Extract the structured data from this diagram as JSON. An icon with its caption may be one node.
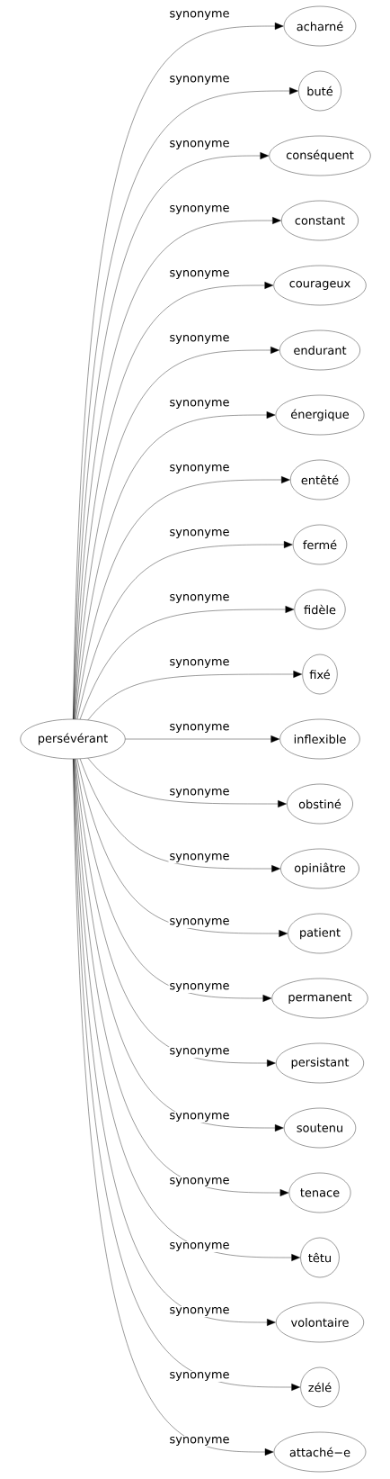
{
  "diagram": {
    "nodes": [
      {
        "text": [
          "persévérant"
        ]
      },
      {
        "text": [
          "acharné"
        ]
      },
      {
        "text": [
          "buté"
        ]
      },
      {
        "text": [
          "conséquent"
        ]
      },
      {
        "text": [
          "constant"
        ]
      },
      {
        "text": [
          "courageux"
        ]
      },
      {
        "text": [
          "endurant"
        ]
      },
      {
        "text": [
          "énergique"
        ]
      },
      {
        "text": [
          "entêté"
        ]
      },
      {
        "text": [
          "fermé"
        ]
      },
      {
        "text": [
          "fidèle"
        ]
      },
      {
        "text": [
          "fixé"
        ]
      },
      {
        "text": [
          "inflexible"
        ]
      },
      {
        "text": [
          "obstiné"
        ]
      },
      {
        "text": [
          "opiniâtre"
        ]
      },
      {
        "text": [
          "patient"
        ]
      },
      {
        "text": [
          "permanent"
        ]
      },
      {
        "text": [
          "persistant"
        ]
      },
      {
        "text": [
          "soutenu"
        ]
      },
      {
        "text": [
          "tenace"
        ]
      },
      {
        "text": [
          "têtu"
        ]
      },
      {
        "text": [
          "volontaire"
        ]
      },
      {
        "text": [
          "zélé"
        ]
      },
      {
        "text": [
          "attaché−e"
        ]
      }
    ],
    "edges": [
      {
        "from": 0,
        "to": 1,
        "arrow": "to",
        "label": "synonyme"
      },
      {
        "from": 0,
        "to": 2,
        "arrow": "to",
        "label": "synonyme"
      },
      {
        "from": 0,
        "to": 3,
        "arrow": "to",
        "label": "synonyme"
      },
      {
        "from": 0,
        "to": 4,
        "arrow": "to",
        "label": "synonyme"
      },
      {
        "from": 0,
        "to": 5,
        "arrow": "to",
        "label": "synonyme"
      },
      {
        "from": 0,
        "to": 6,
        "arrow": "to",
        "label": "synonyme"
      },
      {
        "from": 0,
        "to": 7,
        "arrow": "to",
        "label": "synonyme"
      },
      {
        "from": 0,
        "to": 8,
        "arrow": "to",
        "label": "synonyme"
      },
      {
        "from": 0,
        "to": 9,
        "arrow": "to",
        "label": "synonyme"
      },
      {
        "from": 0,
        "to": 10,
        "arrow": "to",
        "label": "synonyme"
      },
      {
        "from": 0,
        "to": 11,
        "arrow": "to",
        "label": "synonyme"
      },
      {
        "from": 0,
        "to": 12,
        "arrow": "to",
        "label": "synonyme"
      },
      {
        "from": 0,
        "to": 13,
        "arrow": "to",
        "label": "synonyme"
      },
      {
        "from": 0,
        "to": 14,
        "arrow": "to",
        "label": "synonyme"
      },
      {
        "from": 0,
        "to": 15,
        "arrow": "to",
        "label": "synonyme"
      },
      {
        "from": 0,
        "to": 16,
        "arrow": "to",
        "label": "synonyme"
      },
      {
        "from": 0,
        "to": 17,
        "arrow": "to",
        "label": "synonyme"
      },
      {
        "from": 0,
        "to": 18,
        "arrow": "to",
        "label": "synonyme"
      },
      {
        "from": 0,
        "to": 19,
        "arrow": "to",
        "label": "synonyme"
      },
      {
        "from": 0,
        "to": 20,
        "arrow": "to",
        "label": "synonyme"
      },
      {
        "from": 0,
        "to": 21,
        "arrow": "to",
        "label": "synonyme"
      },
      {
        "from": 0,
        "to": 22,
        "arrow": "to",
        "label": "synonyme"
      },
      {
        "from": 0,
        "to": 23,
        "arrow": "to",
        "label": "synonyme"
      }
    ]
  }
}
